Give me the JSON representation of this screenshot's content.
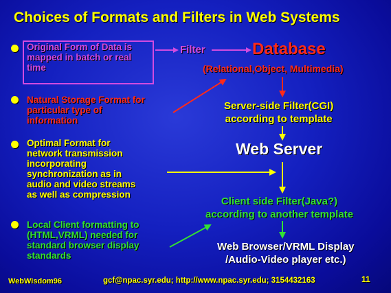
{
  "title": "Choices of Formats and Filters in Web Systems",
  "bullets": [
    {
      "lines": [
        "Original Form of Data is",
        "mapped in batch or real",
        "time"
      ],
      "color": "#d24be0"
    },
    {
      "lines": [
        "Natural Storage Format for",
        "particular type of",
        "information"
      ],
      "color": "#ff2a1a"
    },
    {
      "lines": [
        "Optimal Format for",
        "network transmission",
        "incorporating",
        "synchronization as in",
        "audio and video streams",
        "as well as compression"
      ],
      "color": "#ffff00"
    },
    {
      "lines": [
        "Local Client formatting to",
        "(HTML,VRML) needed for",
        "standard browser display",
        "standards"
      ],
      "color": "#33e033"
    }
  ],
  "flow": {
    "filter": "Filter",
    "database": "Database",
    "database_sub": "(Relational,Object, Multimedia)",
    "server_filter": [
      "Server-side Filter(CGI)",
      "according to template"
    ],
    "web_server": "Web Server",
    "client_filter": [
      "Client side Filter(Java?)",
      "according to another template"
    ],
    "browser": [
      "Web Browser/VRML Display",
      "/Audio-Video player etc.)"
    ]
  },
  "footer": {
    "brand": "WebWisdom96",
    "contact": "gcf@npac.syr.edu; http://www.npac.syr.edu; 3154432163",
    "page": "11"
  },
  "colors": {
    "title": "#ffff00",
    "database": "#ff2a1a",
    "filter_arrow": "#d24be0",
    "server_text": "#ffff00",
    "client_text": "#33e033",
    "white": "#ffffff",
    "down_arrow": "#ff2a1a",
    "down_arrow_low": "#ffff00"
  }
}
